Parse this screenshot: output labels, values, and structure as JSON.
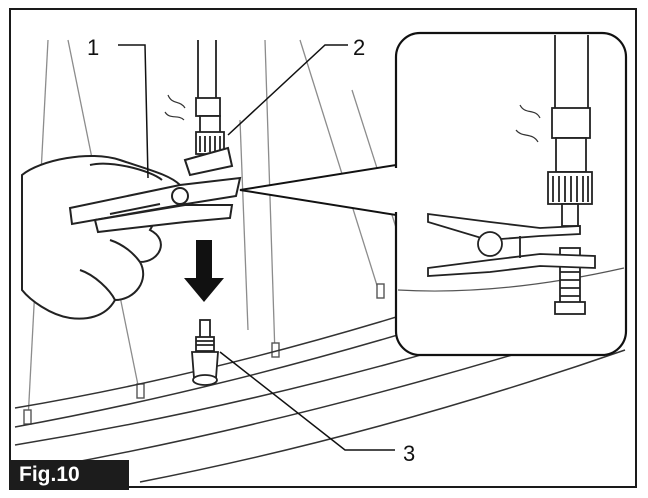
{
  "figure": {
    "label": "Fig.10",
    "callouts": [
      "1",
      "2",
      "3"
    ]
  },
  "colors": {
    "ink": "#1a1a1a",
    "line_gray": "#8c8c8c",
    "fig_label_bg": "#1c1c1c",
    "fig_label_text": "#ffffff"
  },
  "icons": [
    "down-arrow-icon"
  ]
}
